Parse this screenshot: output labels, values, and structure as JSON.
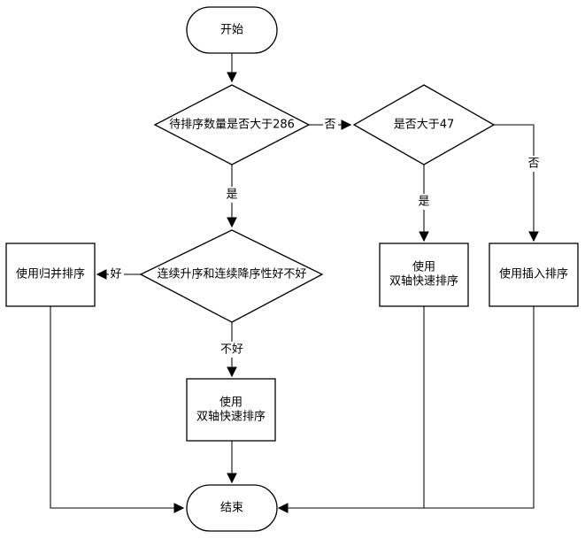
{
  "nodes": {
    "start": "开始",
    "decision_count": "待排序数量是否大于286",
    "decision_47": "是否大于47",
    "decision_monotonic": "连续升序和连续降序性好不好",
    "merge_sort": "使用归并排序",
    "dual_pivot_right_line1": "使用",
    "dual_pivot_right_line2": "双轴快速排序",
    "insertion_sort": "使用插入排序",
    "dual_pivot_bottom_line1": "使用",
    "dual_pivot_bottom_line2": "双轴快速排序",
    "end": "结束"
  },
  "edge_labels": {
    "count_yes": "是",
    "count_no": "否",
    "gt47_yes": "是",
    "gt47_no": "否",
    "mono_good": "好",
    "mono_bad": "不好"
  },
  "colors": {
    "stroke": "#000000",
    "edge": "#333333",
    "fill": "#ffffff"
  }
}
